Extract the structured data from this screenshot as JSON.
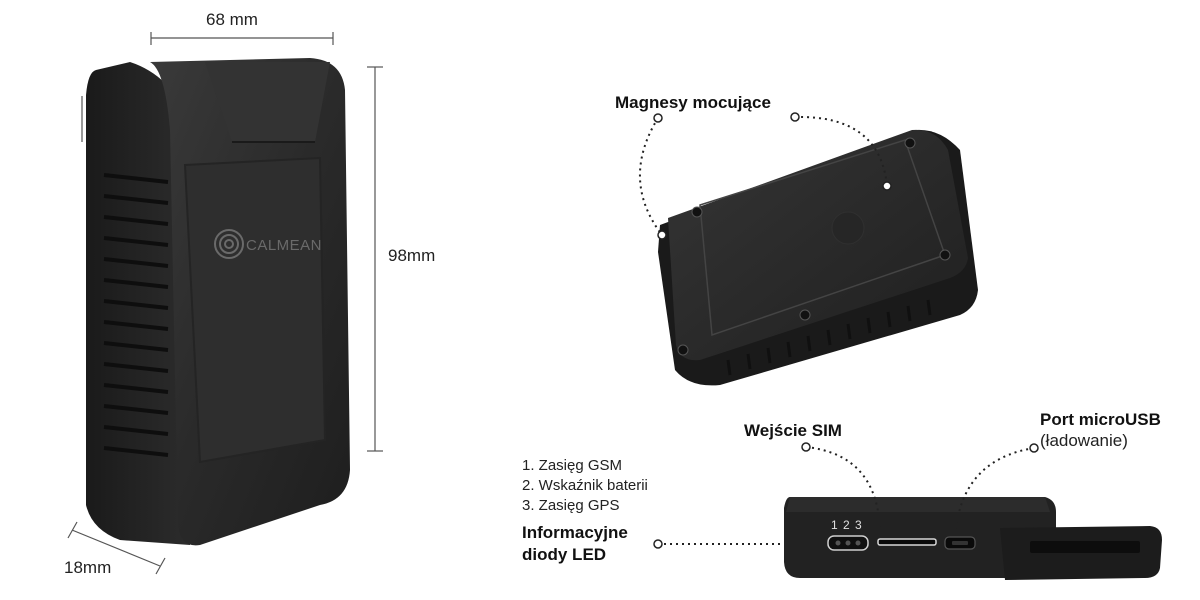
{
  "dimensions": {
    "width": "68 mm",
    "height": "98mm",
    "depth": "18mm"
  },
  "brand": {
    "logo_text": "CALMEAN"
  },
  "callouts": {
    "magnets": "Magnesy mocujące",
    "sim": "Wejście SIM",
    "usb_title": "Port microUSB",
    "usb_sub": "(ładowanie)",
    "led_title_1": "Informacyjne",
    "led_title_2": "diody LED",
    "led_numbers": "1 2 3"
  },
  "led_legend": [
    "1. Zasięg GSM",
    "2. Wskaźnik baterii",
    "3. Zasięg GPS"
  ],
  "colors": {
    "device_body": "#2b2b2b",
    "device_dark": "#1c1c1c",
    "device_highlight": "#3a3a3a",
    "dim_line": "#555555"
  }
}
